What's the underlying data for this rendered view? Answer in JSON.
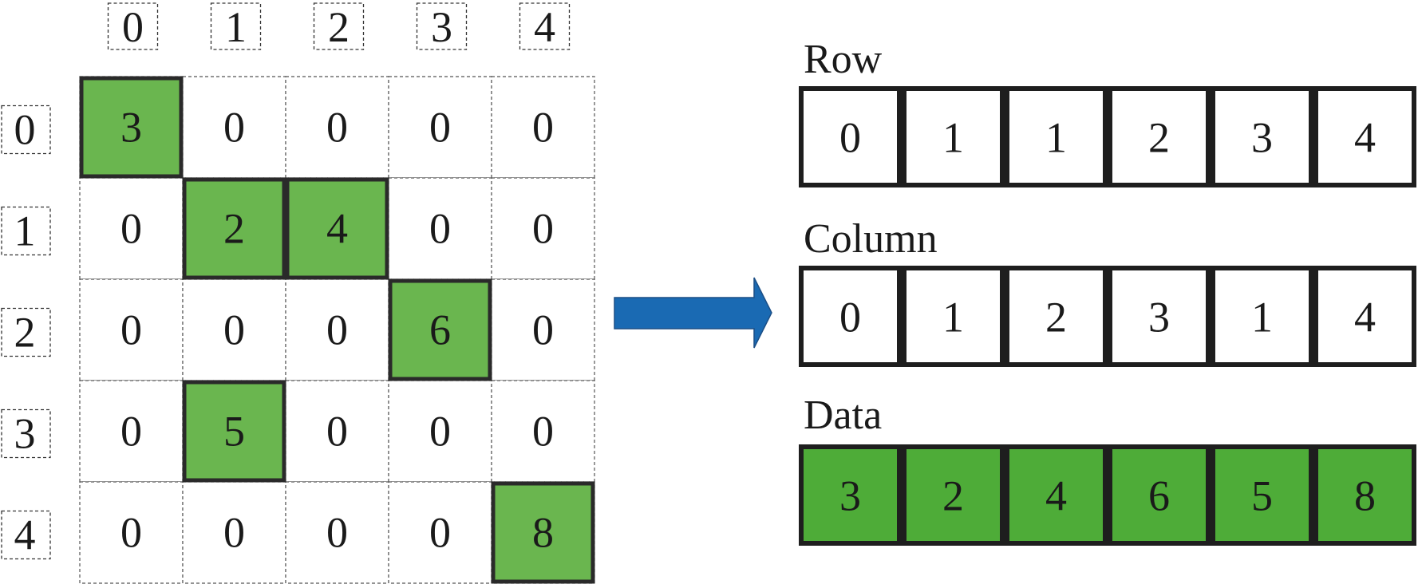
{
  "matrix": {
    "col_indices": [
      "0",
      "1",
      "2",
      "3",
      "4"
    ],
    "row_indices": [
      "0",
      "1",
      "2",
      "3",
      "4"
    ],
    "values": [
      [
        "3",
        "0",
        "0",
        "0",
        "0"
      ],
      [
        "0",
        "2",
        "4",
        "0",
        "0"
      ],
      [
        "0",
        "0",
        "0",
        "6",
        "0"
      ],
      [
        "0",
        "5",
        "0",
        "0",
        "0"
      ],
      [
        "0",
        "0",
        "0",
        "0",
        "8"
      ]
    ],
    "highlight_color": "#6ab64f"
  },
  "arrow_color": "#1a6ab3",
  "arrays": [
    {
      "label": "Row",
      "values": [
        "0",
        "1",
        "1",
        "2",
        "3",
        "4"
      ],
      "fill": "#ffffff"
    },
    {
      "label": "Column",
      "values": [
        "0",
        "1",
        "2",
        "3",
        "1",
        "4"
      ],
      "fill": "#ffffff"
    },
    {
      "label": "Data",
      "values": [
        "3",
        "2",
        "4",
        "6",
        "5",
        "8"
      ],
      "fill": "#4eac38"
    }
  ]
}
